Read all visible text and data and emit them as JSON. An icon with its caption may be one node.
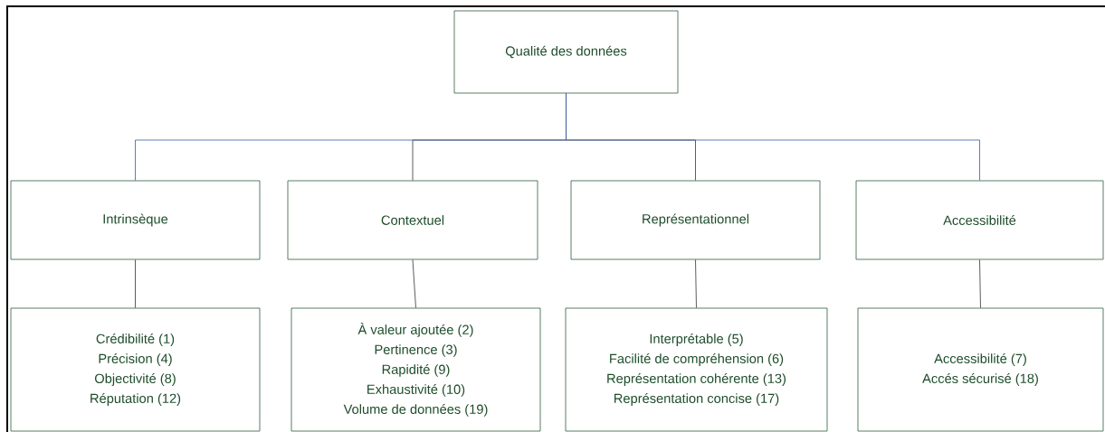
{
  "diagram": {
    "nodes": [
      {
        "text": [
          "Qualité des données"
        ]
      },
      {
        "text": [
          "Intrinsèque"
        ]
      },
      {
        "text": [
          "Contextuel"
        ]
      },
      {
        "text": [
          "Représentationnel"
        ]
      },
      {
        "text": [
          "Accessibilité"
        ]
      },
      {
        "text": [
          "Crédibilité (1)",
          "Précision (4)",
          "Objectivité (8)",
          "Réputation (12)"
        ]
      },
      {
        "text": [
          "À valeur ajoutée (2)",
          "Pertinence (3)",
          "Rapidité (9)",
          "Exhaustivité (10)",
          "Volume de données (19)"
        ]
      },
      {
        "text": [
          "Interprétable (5)",
          "Facilité de compréhension (6)",
          "Représentation cohérente (13)",
          "Représentation concise (17)"
        ]
      },
      {
        "text": [
          "Accessibilité (7)",
          "Accés sécurisé (18)"
        ]
      }
    ],
    "edges": [
      {
        "from": 0,
        "to": 2,
        "arrow": "none"
      },
      {
        "from": 0,
        "to": 3,
        "arrow": "none"
      },
      {
        "from": 0,
        "to": 1,
        "arrow": "none",
        "color": "#3a5a9a"
      },
      {
        "from": 0,
        "to": 4,
        "arrow": "none",
        "color": "#3a5a9a"
      },
      {
        "from": 1,
        "to": 5,
        "arrow": "none"
      },
      {
        "from": 2,
        "to": 6,
        "arrow": "none"
      },
      {
        "from": 3,
        "to": 7,
        "arrow": "none"
      },
      {
        "from": 4,
        "to": 8,
        "arrow": "none"
      }
    ]
  }
}
